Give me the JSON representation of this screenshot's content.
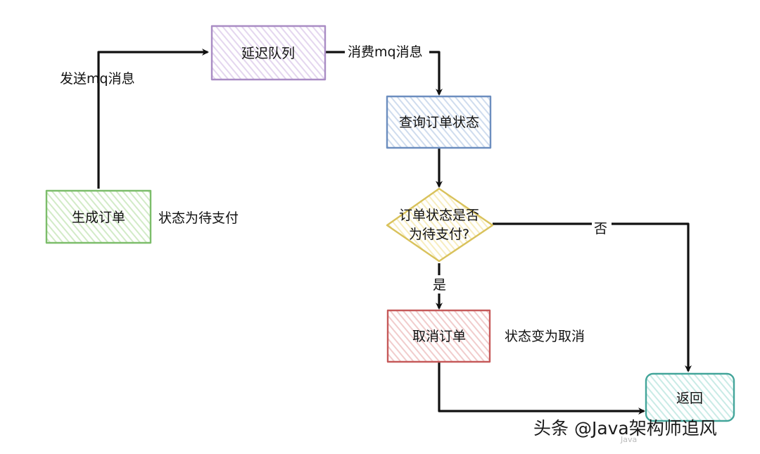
{
  "nodes": {
    "generate_order": {
      "label": "生成订单",
      "stroke": "#7cbd6a",
      "fill": "#d2ebc7"
    },
    "delay_queue": {
      "label": "延迟队列",
      "stroke": "#a98cc4",
      "fill": "#e4d6ef"
    },
    "query_status": {
      "label": "查询订单状态",
      "stroke": "#6c8ebf",
      "fill": "#cfdcee"
    },
    "is_pending": {
      "line1": "订单状态是否",
      "line2": "为待支付?",
      "stroke": "#d9c25c",
      "fill": "#f7edbf"
    },
    "cancel_order": {
      "label": "取消订单",
      "stroke": "#c65a5a",
      "fill": "#f1cccc"
    },
    "return": {
      "label": "返回",
      "stroke": "#43a59a",
      "fill": "#c9ebe6"
    }
  },
  "notes": {
    "pending_payment": "状态为待支付",
    "canceled": "状态变为取消"
  },
  "edges": {
    "send_mq": "发送mq消息",
    "consume_mq": "消费mq消息",
    "yes": "是",
    "no": "否"
  },
  "watermark": {
    "text": "头条 @Java架构师追风",
    "sub": "Java"
  }
}
